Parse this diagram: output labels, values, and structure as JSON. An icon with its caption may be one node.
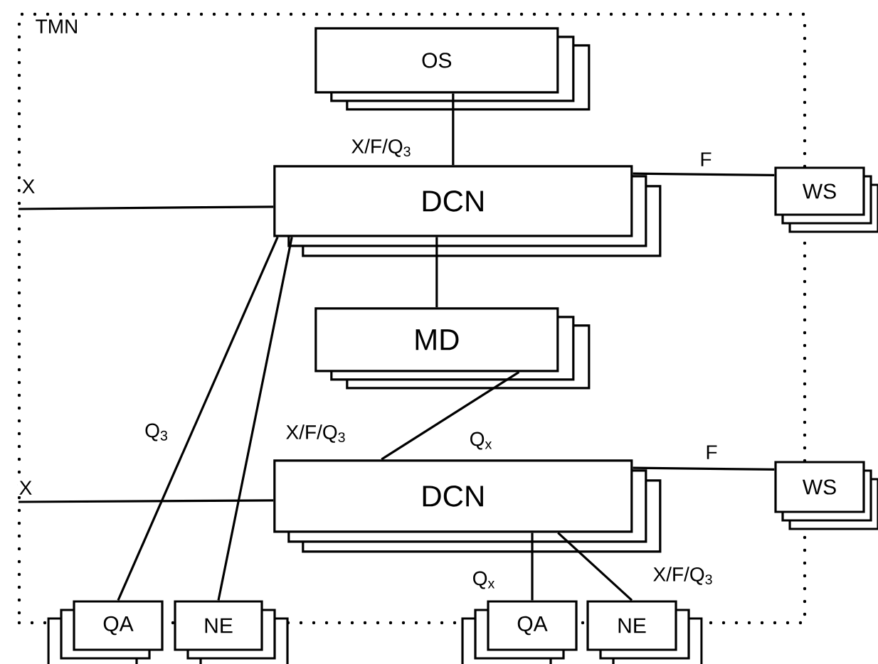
{
  "diagram": {
    "nodes": [
      {
        "text": [
          "TMN"
        ]
      },
      {
        "text": [
          "OS"
        ],
        "in": 0
      },
      {
        "text": [
          "DCN"
        ],
        "in": 0
      },
      {
        "text": [
          "WS"
        ]
      },
      {
        "text": [
          "MD"
        ],
        "in": 0
      },
      {
        "text": [
          "DCN"
        ],
        "in": 0
      },
      {
        "text": [
          "WS"
        ]
      },
      {
        "text": [
          "QA"
        ]
      },
      {
        "text": [
          "NE"
        ]
      },
      {
        "text": [
          "QA"
        ]
      },
      {
        "text": [
          "NE"
        ]
      }
    ],
    "edges": [
      {
        "from": 1,
        "to": 2,
        "arrow": "none",
        "label": "X/F/Q$_{3}$"
      },
      {
        "from": null,
        "to": 2,
        "arrow": "none",
        "label": "X"
      },
      {
        "from": 2,
        "to": 3,
        "arrow": "none",
        "label": "F"
      },
      {
        "from": 2,
        "to": 4,
        "arrow": "none"
      },
      {
        "from": 4,
        "to": 5,
        "arrow": "none",
        "label": "Q$_{x}$"
      },
      {
        "from": 2,
        "to": 7,
        "arrow": "none",
        "label": "Q$_{3}$"
      },
      {
        "from": 2,
        "to": 8,
        "arrow": "none",
        "label": "X/F/Q$_{3}$"
      },
      {
        "from": null,
        "to": 5,
        "arrow": "none",
        "label": "X"
      },
      {
        "from": 5,
        "to": 6,
        "arrow": "none",
        "label": "F"
      },
      {
        "from": 5,
        "to": 9,
        "arrow": "none",
        "label": "Q$_{x}$"
      },
      {
        "from": 5,
        "to": 10,
        "arrow": "none",
        "label": "X/F/Q$_{3}$"
      }
    ]
  }
}
